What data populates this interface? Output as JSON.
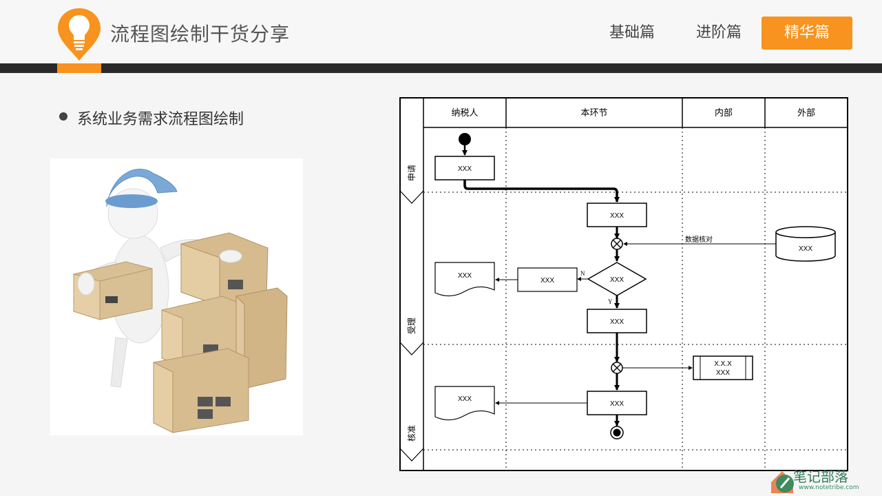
{
  "header": {
    "title": "流程图绘制干货分享",
    "tabs": [
      {
        "label": "基础篇",
        "active": false
      },
      {
        "label": "进阶篇",
        "active": false
      },
      {
        "label": "精华篇",
        "active": true
      }
    ],
    "accent_color": "#f7931e",
    "bar_color": "#2a2a2a"
  },
  "content": {
    "bullet_text": "系统业务需求流程图绘制",
    "image_icon": "delivery-person-with-boxes"
  },
  "diagram": {
    "columns": [
      "纳税人",
      "本环节",
      "内部",
      "外部"
    ],
    "rows": [
      "申请",
      "受理",
      "核准"
    ],
    "nodes": {
      "apply_box": "XXX",
      "accept_box": "XXX",
      "decision": "XXX",
      "reject_box": "XXX",
      "doc_1": "XXX",
      "db": "XXX",
      "handle_box": "XXX",
      "external_box_line1": "X.X.X",
      "external_box_line2": "XXX",
      "approve_box": "XXX",
      "doc_2": "XXX"
    },
    "labels": {
      "data_check": "数据核对",
      "no": "N",
      "yes": "Y"
    }
  },
  "watermark": {
    "text": "笔记部落",
    "sub": "www.notetribe.com"
  }
}
